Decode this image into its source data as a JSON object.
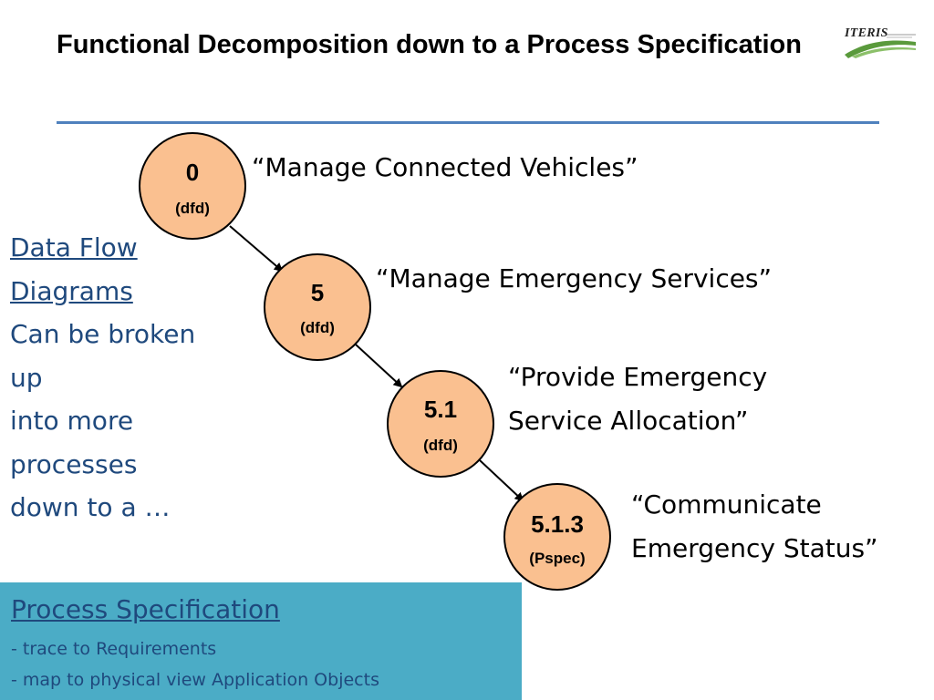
{
  "slide": {
    "title": "Functional Decomposition down to a Process Specification"
  },
  "logo": {
    "wordmark": "ITERIS",
    "icon": "iteris-road-swoosh-logo"
  },
  "colors": {
    "rule": "#4f81bd",
    "node_fill": "#fac090",
    "node_stroke": "#000000",
    "arrow": "#000000",
    "side_text": "#1f497d",
    "ps_box": "#4bacc6"
  },
  "nodes": [
    {
      "id": "0",
      "type": "(dfd)",
      "label": "“Manage Connected Vehicles”"
    },
    {
      "id": "5",
      "type": "(dfd)",
      "label": "“Manage Emergency Services”"
    },
    {
      "id": "5.1",
      "type": "(dfd)",
      "label_line1": "“Provide Emergency",
      "label_line2": "Service Allocation”"
    },
    {
      "id": "5.1.3",
      "type": "(Pspec)",
      "label_line1": "“Communicate",
      "label_line2": "Emergency Status”"
    }
  ],
  "sidebar": {
    "link_line1": "Data Flow",
    "link_line2": "Diagrams",
    "lines": [
      "Can be broken",
      "up",
      "into more",
      "processes",
      "down to a …"
    ]
  },
  "process_spec": {
    "title": "Process Specification",
    "items": [
      "- trace to Requirements",
      "- map to physical view Application Objects"
    ]
  }
}
